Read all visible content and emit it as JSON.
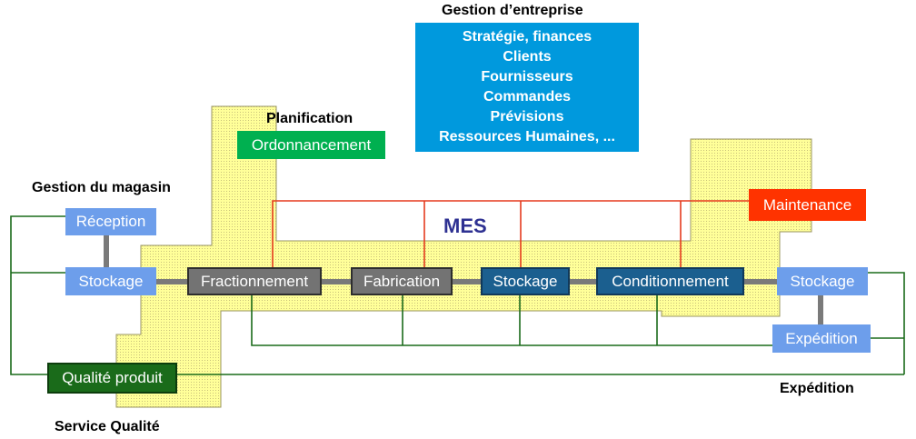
{
  "labels": {
    "enterprise_title": "Gestion d’entreprise",
    "planning": "Planification",
    "warehouse": "Gestion du magasin",
    "mes": "MES",
    "shipping": "Expédition",
    "quality_service": "Service Qualité"
  },
  "enterprise": {
    "lines": [
      "Stratégie, finances",
      "Clients",
      "Fournisseurs",
      "Commandes",
      "Prévisions",
      "Ressources Humaines, ..."
    ]
  },
  "boxes": {
    "ordonnancement": "Ordonnancement",
    "reception": "Réception",
    "stockage_left": "Stockage",
    "fractionnement": "Fractionnement",
    "fabrication": "Fabrication",
    "stockage_mid": "Stockage",
    "conditionnement": "Conditionnement",
    "stockage_right": "Stockage",
    "maintenance": "Maintenance",
    "expedition_box": "Expédition",
    "qualite_produit": "Qualité produit"
  },
  "colors": {
    "mes_area": "#ffff99",
    "enterprise": "#0099dd",
    "maintenance": "#ff3300",
    "ordonnancement": "#00b050",
    "quality_line": "#1a6b1a",
    "maintenance_line": "#e53a1e",
    "light_box": "#6d9eeb",
    "gray_box": "#737373",
    "navy_box": "#1b5f8f",
    "mes_text": "#2e3192"
  }
}
